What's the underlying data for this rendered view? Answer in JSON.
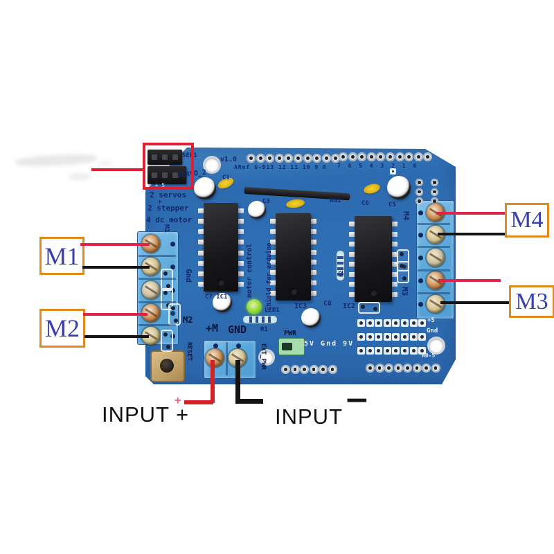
{
  "colors": {
    "pcb_blue": "#2d6bb0",
    "terminal_blue": "#58a6da",
    "silk_navy": "#15276b",
    "silk_white": "#edf2f8",
    "highlight_red": "#dd2033",
    "callout_border_orange": "#e08a1c",
    "callout_text_blue": "#3a3fae",
    "pointer_red": "#e0234b",
    "wire_red": "#d62027",
    "wire_black": "#141414",
    "led_green": "#8bd334"
  },
  "callouts": {
    "m1": "M1",
    "m2": "M2",
    "m3": "M3",
    "m4": "M4"
  },
  "inputs": {
    "plus": "INPUT +",
    "minus_word": "INPUT",
    "minus_sign": "−",
    "plus_tick": "+"
  },
  "silk": {
    "ser1": "SER1",
    "v10": "v1.0",
    "pins_left": "ARef G-D13 12 11 10 9 8",
    "pins_right": "7 6 5 4 3 2 1 0",
    "servo2": "SERVO_2",
    "c1": "C1",
    "ppp5": "+ + 5",
    "servos": "2 servos",
    "plus_small": "+",
    "stepper": "2 stepper",
    "dcmotor": "4 dc motor",
    "m1": "M1",
    "gnd_side": "Gnd",
    "m2": "M2",
    "c7ic1": "C7 IC1",
    "motor_control": "motor control",
    "shield_for": "shield for arduino",
    "c3": "C3",
    "rn1": "RN1",
    "c6": "C6",
    "c5": "C5",
    "r2": "R2",
    "led1": "LED1",
    "ic3": "IC3",
    "c8": "C8",
    "ic2": "IC2",
    "m4": "M4",
    "m3": "M3",
    "plus_m": "+M",
    "gnd_big": "GND",
    "r1": "R1",
    "pwr": "PWR",
    "reset": "RESET",
    "ext_pwr": "EXT_PWR",
    "pwr_sel": "5V Gnd 9V",
    "plus5": "+5",
    "gnd_right": "Gnd",
    "a05": "A0-5"
  }
}
